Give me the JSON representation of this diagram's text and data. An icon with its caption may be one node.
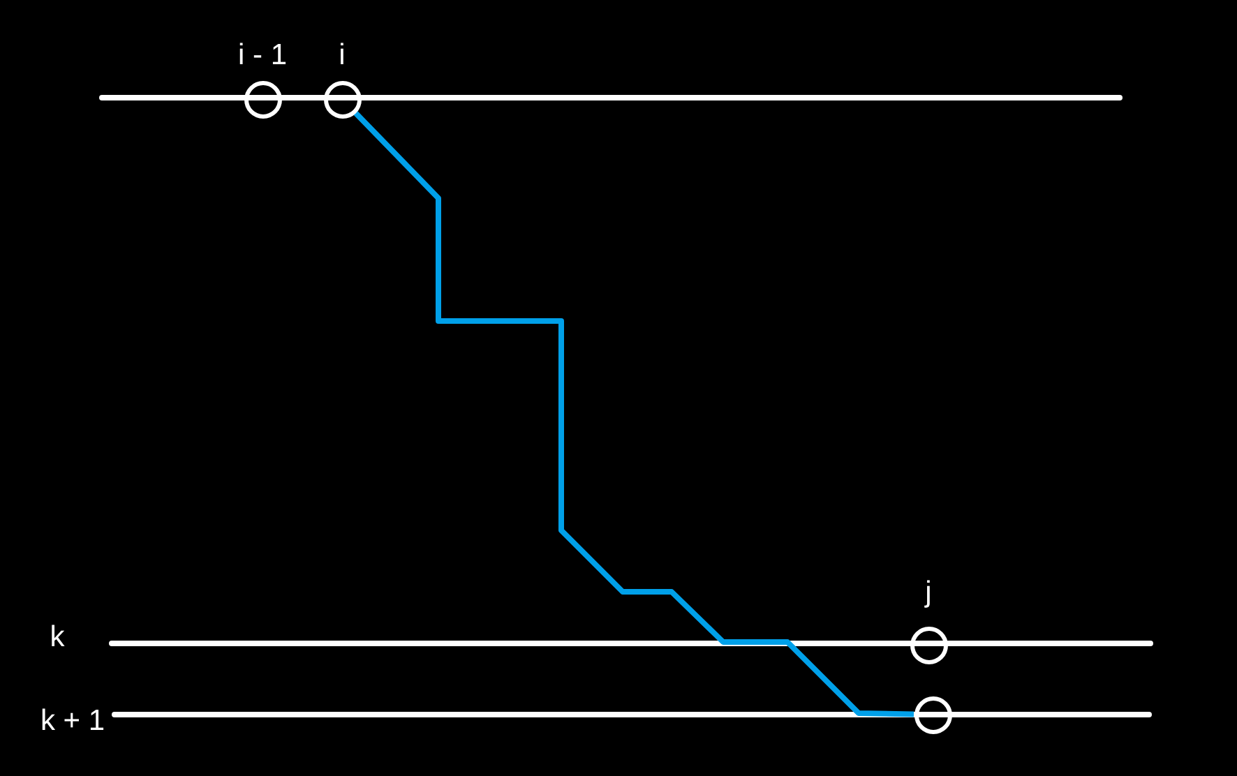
{
  "diagram": {
    "nodes": [
      {
        "text": [
          "i - 1"
        ]
      },
      {
        "text": [
          "i"
        ]
      },
      {
        "text": [
          "j"
        ]
      },
      {
        "text": [],
        "shape": "circle"
      }
    ],
    "edges": [
      {
        "from": 1,
        "to": 3,
        "arrow": "none",
        "color": "#00a0e9"
      }
    ],
    "labels": [
      "k",
      "k + 1"
    ]
  }
}
